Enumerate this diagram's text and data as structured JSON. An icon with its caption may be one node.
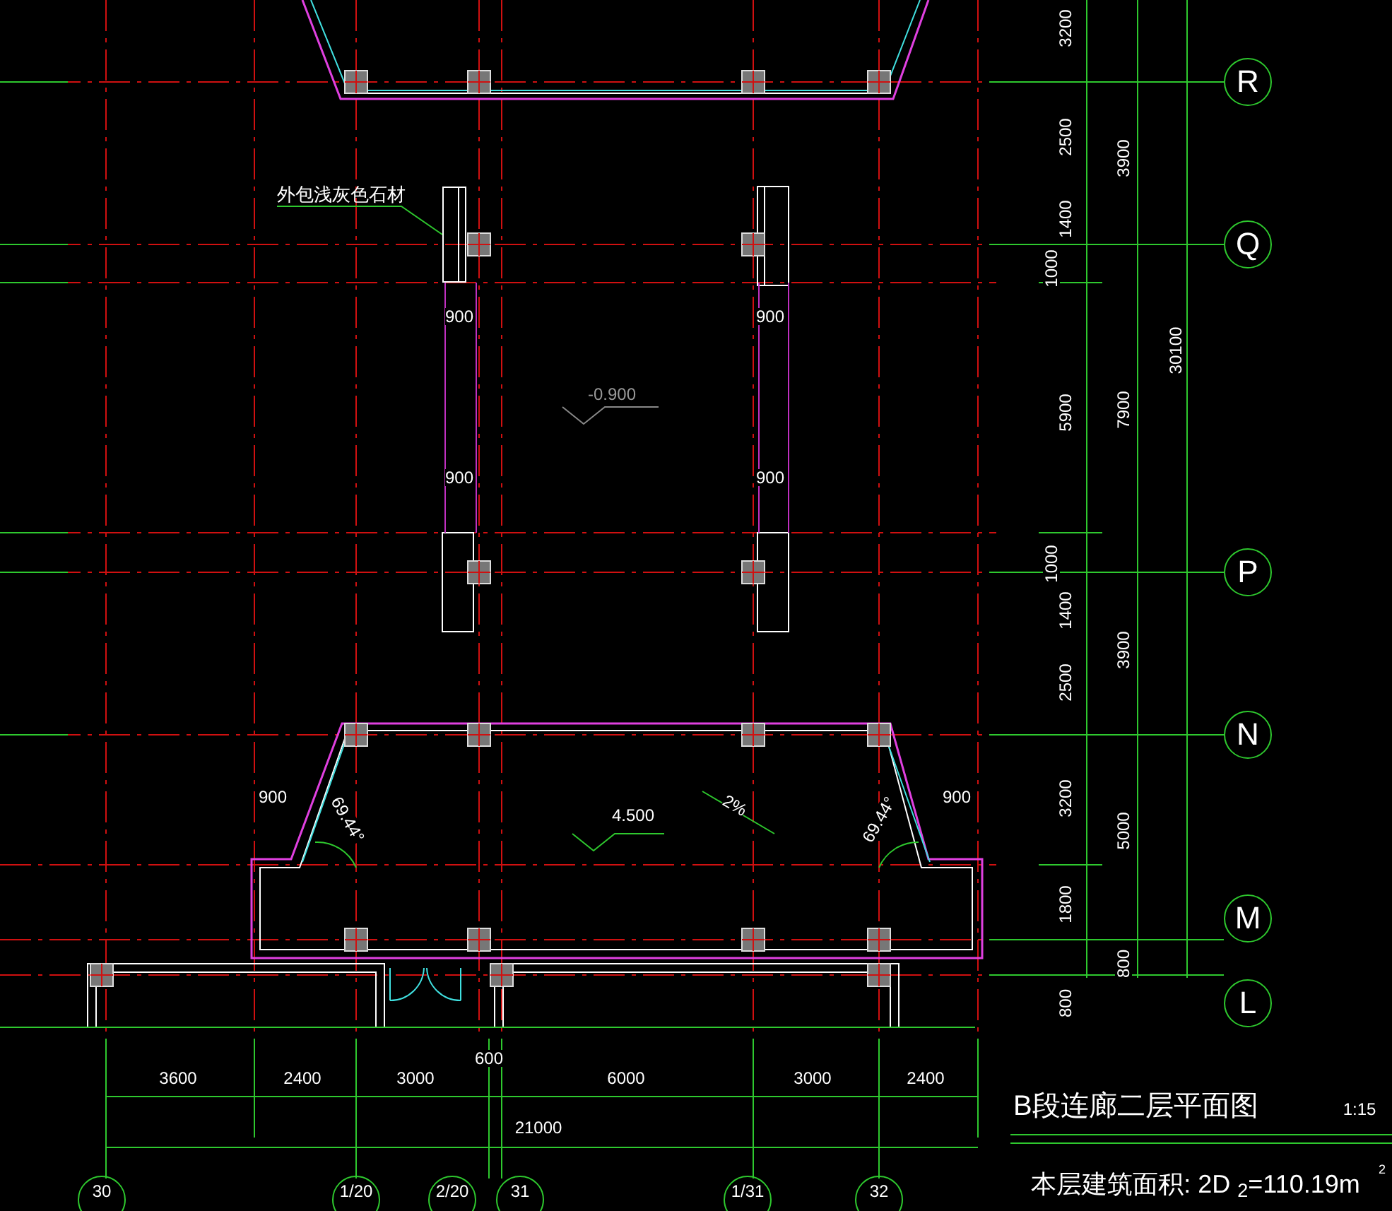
{
  "diagram": {
    "title": "B段连廊二层平面图",
    "nodes": [
      {
        "text": [
          "R"
        ]
      },
      {
        "text": [
          "Q"
        ]
      },
      {
        "text": [
          "P"
        ]
      },
      {
        "text": [
          "N"
        ]
      },
      {
        "text": [
          "M"
        ]
      },
      {
        "text": [
          "L"
        ]
      },
      {
        "text": [
          "30"
        ]
      },
      {
        "text": [
          "1/20"
        ]
      },
      {
        "text": [
          "2/20"
        ]
      },
      {
        "text": [
          "31"
        ]
      },
      {
        "text": [
          "1/31"
        ]
      },
      {
        "text": [
          "32"
        ]
      },
      {
        "text": [
          "外包浅灰色石材"
        ]
      },
      {
        "text": [],
        "shape": "box"
      }
    ],
    "edges": [
      {
        "from": 12,
        "to": 13,
        "arrow": "none"
      }
    ],
    "labels": [
      "3200",
      "2500",
      "3900",
      "1400",
      "1000",
      "5900",
      "7900",
      "30100",
      "1000",
      "1400",
      "3900",
      "2500",
      "3200",
      "5000",
      "1800",
      "800",
      "800",
      "900",
      "900",
      "-0.900",
      "900",
      "900",
      "900",
      "69.44°",
      "4.500",
      "2%",
      "69.44°",
      "900",
      "600",
      "3600",
      "2400",
      "3000",
      "6000",
      "3000",
      "2400",
      "21000",
      "1:15",
      "本层建筑面积: 2D $_{2}$=110.19m",
      "2"
    ]
  }
}
